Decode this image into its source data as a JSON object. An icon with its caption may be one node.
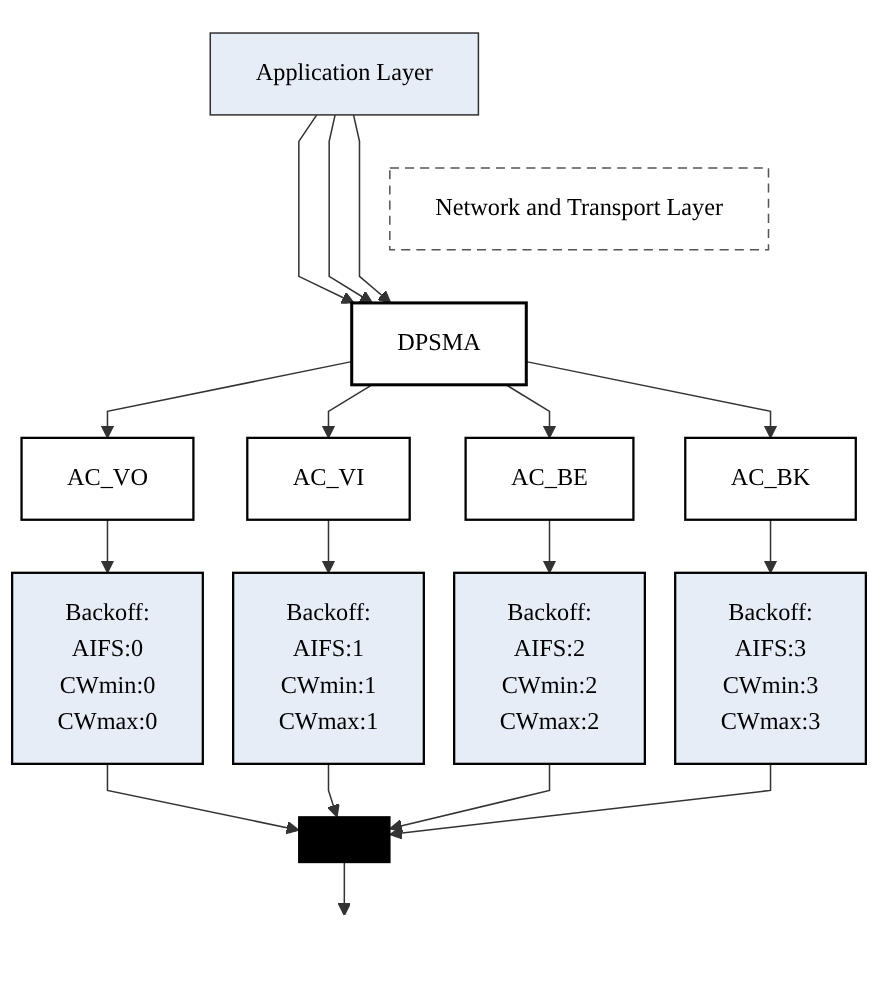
{
  "diagram": {
    "nodes": [
      {
        "text": [
          "Application Layer"
        ]
      },
      {
        "text": [
          "Network and Transport Layer"
        ]
      },
      {
        "text": [
          "DPSMA"
        ]
      },
      {
        "text": [
          "AC_VO"
        ]
      },
      {
        "text": [
          "AC_VI"
        ]
      },
      {
        "text": [
          "AC_BE"
        ]
      },
      {
        "text": [
          "AC_BK"
        ]
      },
      {
        "text": [
          "Backoff:",
          "AIFS:0",
          "CWmin:0",
          "CWmax:0"
        ]
      },
      {
        "text": [
          "Backoff:",
          "AIFS:1",
          "CWmin:1",
          "CWmax:1"
        ]
      },
      {
        "text": [
          "Backoff:",
          "AIFS:2",
          "CWmin:2",
          "CWmax:2"
        ]
      },
      {
        "text": [
          "Backoff:",
          "AIFS:3",
          "CWmin:3",
          "CWmax:3"
        ]
      },
      {
        "text": [],
        "shape": "bar"
      }
    ],
    "edges": [
      {
        "from": 0,
        "to": 2,
        "arrow": "to"
      },
      {
        "from": 0,
        "to": 2,
        "arrow": "to"
      },
      {
        "from": 0,
        "to": 2,
        "arrow": "to"
      },
      {
        "from": 2,
        "to": 3,
        "arrow": "to"
      },
      {
        "from": 2,
        "to": 4,
        "arrow": "to"
      },
      {
        "from": 2,
        "to": 5,
        "arrow": "to"
      },
      {
        "from": 2,
        "to": 6,
        "arrow": "to"
      },
      {
        "from": 3,
        "to": 7,
        "arrow": "to"
      },
      {
        "from": 4,
        "to": 8,
        "arrow": "to"
      },
      {
        "from": 5,
        "to": 9,
        "arrow": "to"
      },
      {
        "from": 6,
        "to": 10,
        "arrow": "to"
      },
      {
        "from": 7,
        "to": 11,
        "arrow": "to"
      },
      {
        "from": 8,
        "to": 11,
        "arrow": "to"
      },
      {
        "from": 9,
        "to": 11,
        "arrow": "to"
      },
      {
        "from": 10,
        "to": 11,
        "arrow": "to"
      },
      {
        "from": 11,
        "to": null,
        "arrow": "to"
      }
    ]
  }
}
